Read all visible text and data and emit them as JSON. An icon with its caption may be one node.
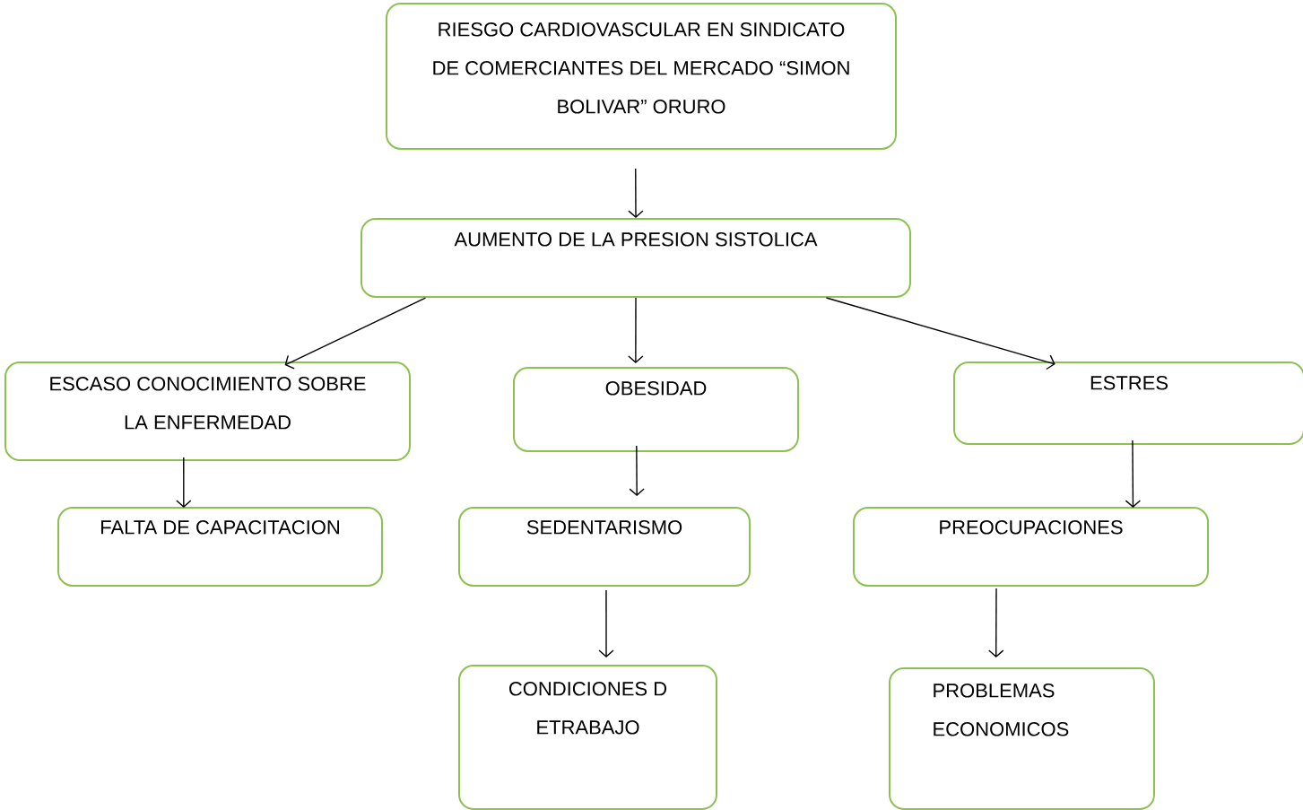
{
  "diagram": {
    "nodes": [
      {
        "text": [
          "RIESGO CARDIOVASCULAR EN SINDICATO DE COMERCIANTES DEL MERCADO “SIMON BOLIVAR” ORURO"
        ]
      },
      {
        "text": [
          "AUMENTO DE LA PRESION SISTOLICA"
        ]
      },
      {
        "text": [
          "ESCASO CONOCIMIENTO SOBRE LA ENFERMEDAD"
        ]
      },
      {
        "text": [
          "OBESIDAD"
        ]
      },
      {
        "text": [
          "ESTRES"
        ]
      },
      {
        "text": [
          "FALTA DE CAPACITACION"
        ]
      },
      {
        "text": [
          "SEDENTARISMO"
        ]
      },
      {
        "text": [
          "PREOCUPACIONES"
        ]
      },
      {
        "text": [
          "CONDICIONES D ETRABAJO"
        ]
      },
      {
        "text": [
          "PROBLEMAS ECONOMICOS"
        ]
      }
    ],
    "edges": [
      {
        "from": 0,
        "to": 1,
        "arrow": "to"
      },
      {
        "from": 1,
        "to": 2,
        "arrow": "to"
      },
      {
        "from": 1,
        "to": 3,
        "arrow": "to"
      },
      {
        "from": 1,
        "to": 4,
        "arrow": "to"
      },
      {
        "from": 2,
        "to": 5,
        "arrow": "to"
      },
      {
        "from": 3,
        "to": 6,
        "arrow": "to"
      },
      {
        "from": 4,
        "to": 7,
        "arrow": "to"
      },
      {
        "from": 6,
        "to": 8,
        "arrow": "to"
      },
      {
        "from": 7,
        "to": 9,
        "arrow": "to"
      }
    ]
  }
}
